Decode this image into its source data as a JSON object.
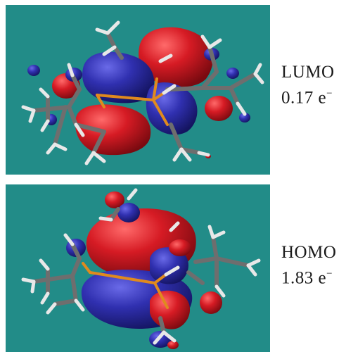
{
  "colors": {
    "background": "#228c88",
    "positive_lobe": "#c8141e",
    "negative_lobe": "#2c2ca0",
    "bond": "#6e6e6e",
    "metal_bond": "#e08a1e",
    "hydrogen": "#e8e8e8"
  },
  "panels": [
    {
      "orbital": "LUMO",
      "occupation": "0.17 e",
      "charge_sign": "−"
    },
    {
      "orbital": "HOMO",
      "occupation": "1.83 e",
      "charge_sign": "−"
    }
  ]
}
